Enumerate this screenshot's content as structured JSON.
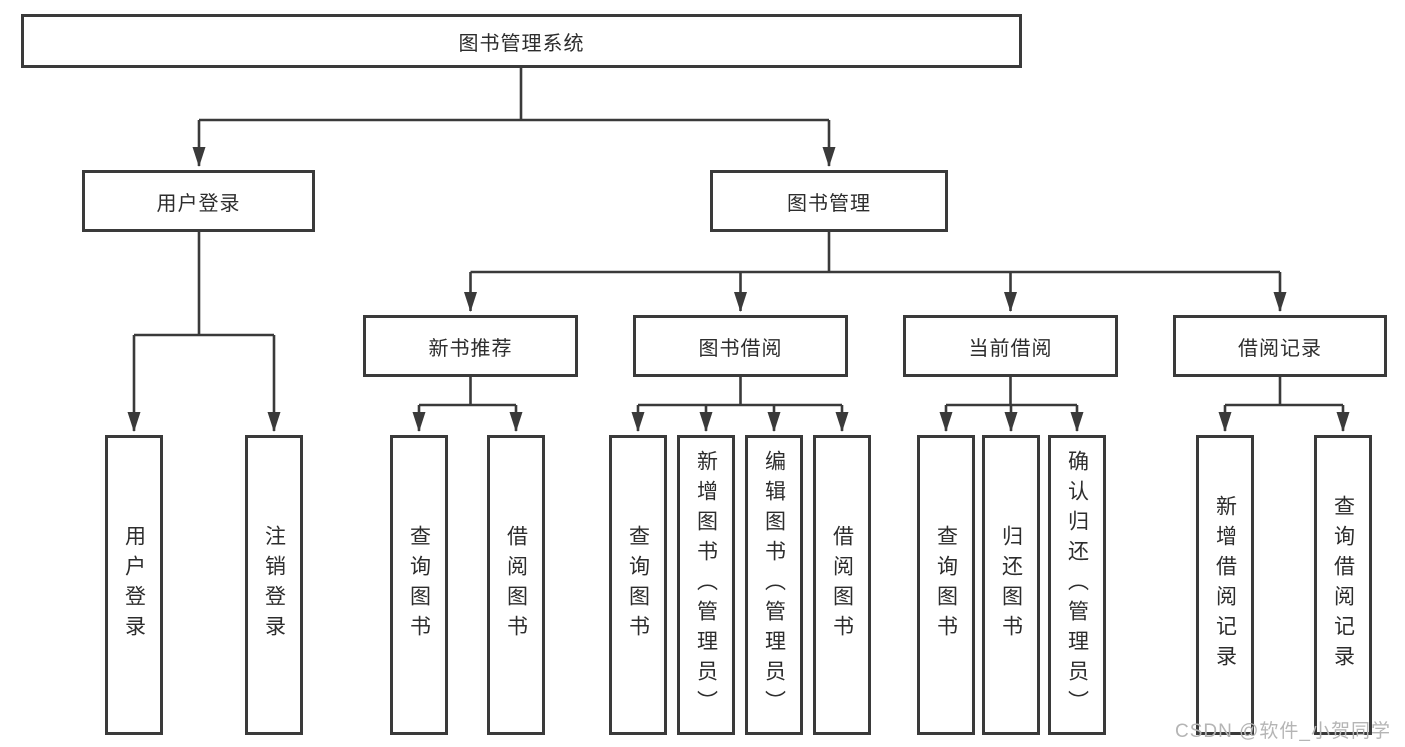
{
  "diagram": {
    "root": {
      "label": "图书管理系统"
    },
    "branches": [
      {
        "label": "用户登录",
        "children": [
          {
            "label": "用户登录"
          },
          {
            "label": "注销登录"
          }
        ]
      },
      {
        "label": "图书管理",
        "children": [
          {
            "label": "新书推荐",
            "children": [
              {
                "label": "查询图书"
              },
              {
                "label": "借阅图书"
              }
            ]
          },
          {
            "label": "图书借阅",
            "children": [
              {
                "label": "查询图书"
              },
              {
                "label": "新增图书（管理员）"
              },
              {
                "label": "编辑图书（管理员）"
              },
              {
                "label": "借阅图书"
              }
            ]
          },
          {
            "label": "当前借阅",
            "children": [
              {
                "label": "查询图书"
              },
              {
                "label": "归还图书"
              },
              {
                "label": "确认归还（管理员）"
              }
            ]
          },
          {
            "label": "借阅记录",
            "children": [
              {
                "label": "新增借阅记录"
              },
              {
                "label": "查询借阅记录"
              }
            ]
          }
        ]
      }
    ]
  },
  "watermark": "CSDN @软件_小贺同学",
  "colors": {
    "line": "#3a3a3a",
    "box_border": "#3a3a3a",
    "text": "#2d2d2d",
    "watermark": "#b5b5b5"
  }
}
